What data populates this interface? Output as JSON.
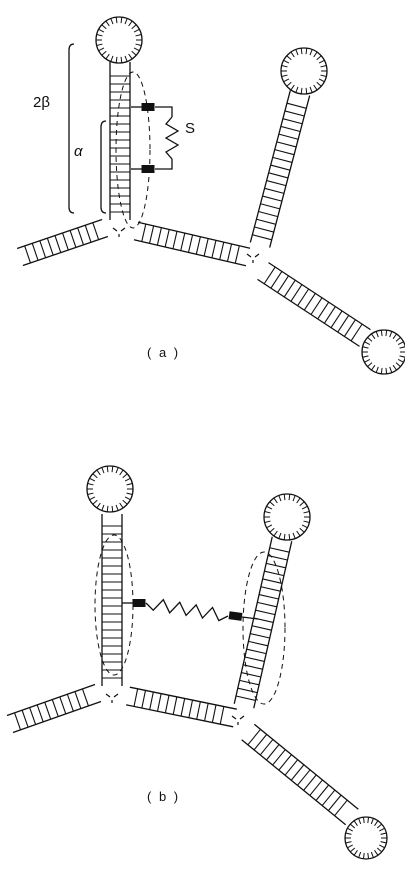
{
  "panel_a": {
    "caption": "( a )",
    "label_two_beta": "2β",
    "label_alpha": "α",
    "label_spring": "S"
  },
  "panel_b": {
    "caption": "( b )"
  }
}
